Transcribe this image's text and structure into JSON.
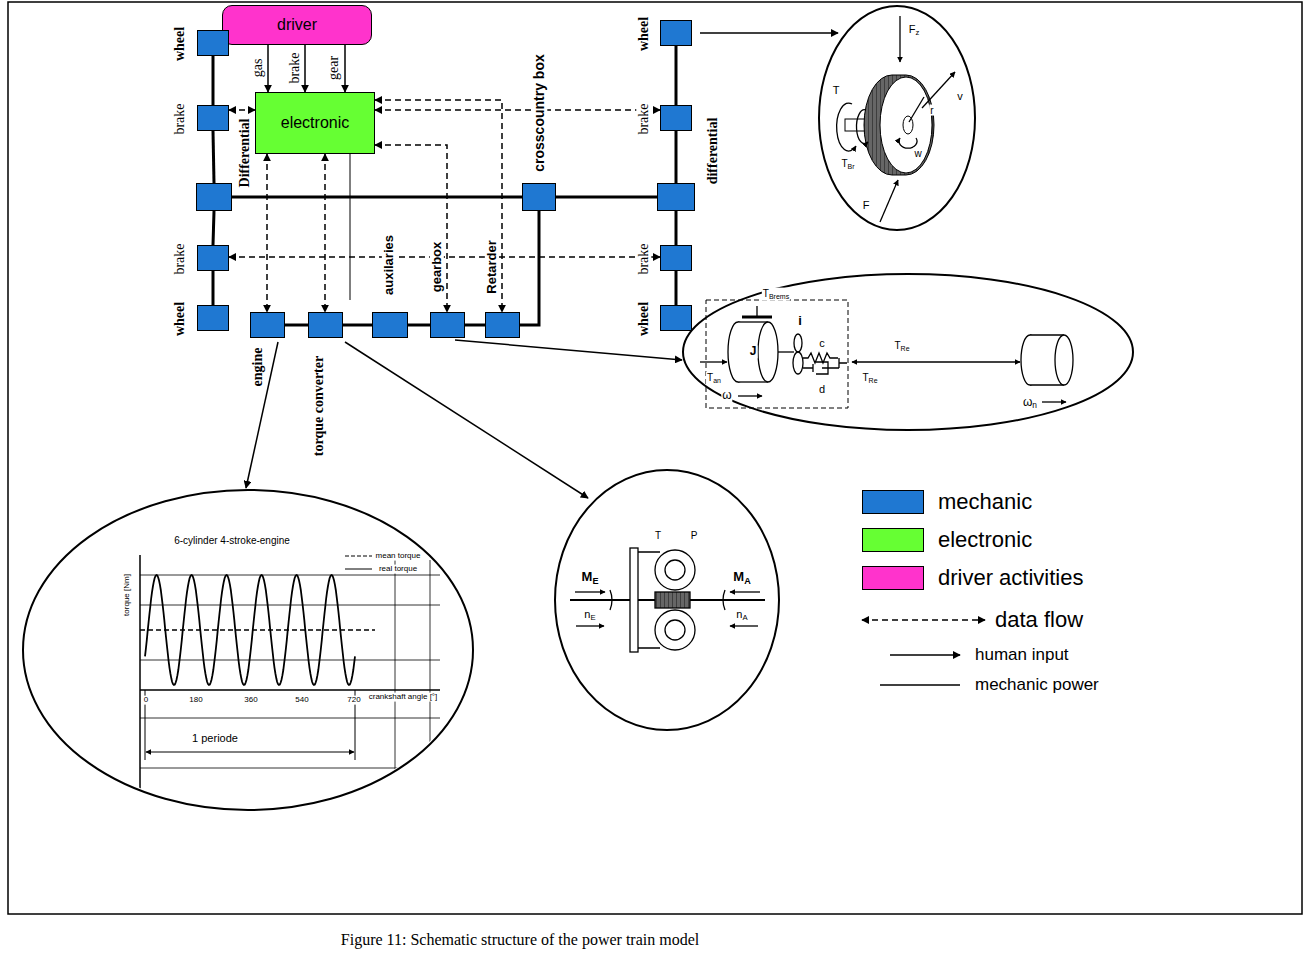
{
  "diagram": {
    "caption": "Figure 11: Schematic structure of the power train model",
    "nodes": [
      {
        "text": [
          "driver"
        ]
      },
      {
        "text": [
          "electronic"
        ]
      },
      {
        "text": [
          "wheel"
        ]
      },
      {
        "text": [
          "brake"
        ]
      },
      {
        "text": [
          "Differential"
        ]
      },
      {
        "text": [
          "brake"
        ]
      },
      {
        "text": [
          "wheel"
        ]
      },
      {
        "text": [
          "engine"
        ]
      },
      {
        "text": [
          "torque converter"
        ]
      },
      {
        "text": [
          "auxilaries"
        ]
      },
      {
        "text": [
          "gearbox"
        ]
      },
      {
        "text": [
          "Retarder"
        ]
      },
      {
        "text": [
          "crosscountry box"
        ]
      },
      {
        "text": [
          "wheel"
        ]
      },
      {
        "text": [
          "brake"
        ]
      },
      {
        "text": [
          "differential"
        ]
      },
      {
        "text": [
          "brake"
        ]
      },
      {
        "text": [
          "wheel"
        ]
      }
    ],
    "edges": [
      {
        "from": 0,
        "to": 1,
        "label": "gas",
        "arrow": "to"
      },
      {
        "from": 0,
        "to": 1,
        "label": "brake",
        "arrow": "to"
      },
      {
        "from": 0,
        "to": 1,
        "label": "gear",
        "arrow": "to"
      },
      {
        "from": 2,
        "to": 3,
        "arrow": "none"
      },
      {
        "from": 3,
        "to": 4,
        "arrow": "none"
      },
      {
        "from": 4,
        "to": 5,
        "arrow": "none"
      },
      {
        "from": 5,
        "to": 6,
        "arrow": "none"
      },
      {
        "from": 7,
        "to": 8,
        "arrow": "none"
      },
      {
        "from": 8,
        "to": 9,
        "arrow": "none"
      },
      {
        "from": 9,
        "to": 10,
        "arrow": "none"
      },
      {
        "from": 10,
        "to": 11,
        "arrow": "none"
      },
      {
        "from": 11,
        "to": 12,
        "arrow": "none"
      },
      {
        "from": 4,
        "to": 12,
        "arrow": "none"
      },
      {
        "from": 12,
        "to": 15,
        "arrow": "none"
      },
      {
        "from": 13,
        "to": 14,
        "arrow": "none"
      },
      {
        "from": 14,
        "to": 15,
        "arrow": "none"
      },
      {
        "from": 15,
        "to": 16,
        "arrow": "none"
      },
      {
        "from": 16,
        "to": 17,
        "arrow": "none"
      },
      {
        "from": 1,
        "to": 3,
        "arrow": "both"
      },
      {
        "from": 1,
        "to": 14,
        "arrow": "both"
      },
      {
        "from": 1,
        "to": 7,
        "arrow": "both"
      },
      {
        "from": 1,
        "to": 8,
        "arrow": "both"
      },
      {
        "from": 1,
        "to": 10,
        "arrow": "both"
      },
      {
        "from": 1,
        "to": 11,
        "arrow": "both"
      },
      {
        "from": 5,
        "to": 16,
        "arrow": "both"
      }
    ],
    "labels": [
      "Fz",
      "T",
      "TBr",
      "r",
      "w",
      "v",
      "F",
      "TBrems",
      "i",
      "J",
      "c",
      "Tan",
      "d",
      "ω",
      "TRe",
      "TRe",
      "ωn",
      "T",
      "P",
      "ME",
      "nE",
      "MA",
      "nA",
      "6-cylinder 4-stroke-engine",
      "mean torque",
      "real torque",
      "torque [Nm]",
      "0",
      "180",
      "360",
      "540",
      "720",
      "crankshaft angle [°]",
      "1 periode"
    ],
    "legend": [
      {
        "text": "mechanic",
        "color": "#1f78d2"
      },
      {
        "text": "electronic",
        "color": "#66ff33"
      },
      {
        "text": "driver activities",
        "color": "#ff33cc"
      },
      {
        "text": "data flow"
      },
      {
        "text": "human input"
      },
      {
        "text": "mechanic power"
      }
    ]
  }
}
